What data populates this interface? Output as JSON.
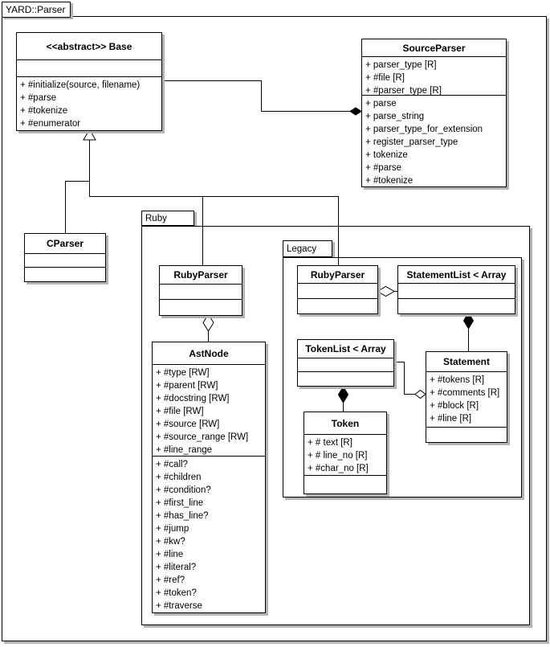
{
  "frame": {
    "title": "YARD::Parser"
  },
  "packages": {
    "ruby": {
      "label": "Ruby"
    },
    "legacy": {
      "label": "Legacy"
    }
  },
  "colors": {
    "line": "#000000",
    "shadow": "#b3b3b3",
    "background": "#ffffff"
  },
  "classes": {
    "base": {
      "title": "<<abstract>> Base",
      "attributes": [],
      "methods": [
        "+ #initialize(source, filename)",
        "+ #parse",
        "+ #tokenize",
        "+ #enumerator"
      ]
    },
    "source_parser": {
      "title": "SourceParser",
      "attributes": [
        "+ parser_type [R]",
        "+ #file [R]",
        "+ #parser_type [R]"
      ],
      "methods": [
        "+ parse",
        "+ parse_string",
        "+ parser_type_for_extension",
        "+ register_parser_type",
        "+ tokenize",
        "+ #parse",
        "+ #tokenize"
      ]
    },
    "cparser": {
      "title": "CParser",
      "attributes": [],
      "methods": []
    },
    "ruby_rubyparser": {
      "title": "RubyParser",
      "attributes": [],
      "methods": []
    },
    "astnode": {
      "title": "AstNode",
      "attributes": [
        "+ #type [RW]",
        "+ #parent [RW]",
        "+ #docstring [RW]",
        "+ #file [RW]",
        "+ #source [RW]",
        "+ #source_range [RW]",
        "+ #line_range"
      ],
      "methods": [
        "+ #call?",
        "+ #children",
        "+ #condition?",
        "+ #first_line",
        "+ #has_line?",
        "+ #jump",
        "+ #kw?",
        "+ #line",
        "+ #literal?",
        "+ #ref?",
        "+ #token?",
        "+ #traverse"
      ]
    },
    "legacy_rubyparser": {
      "title": "RubyParser",
      "attributes": [],
      "methods": []
    },
    "statementlist": {
      "title": "StatementList < Array",
      "attributes": [],
      "methods": []
    },
    "tokenlist": {
      "title": "TokenList < Array",
      "attributes": [],
      "methods": []
    },
    "statement": {
      "title": "Statement",
      "attributes": [
        "+ #tokens [R]",
        "+ #comments [R]",
        "+ #block [R]",
        "+ #line [R]"
      ],
      "methods": []
    },
    "token": {
      "title": "Token",
      "attributes": [
        "+ # text [R]",
        "+ # line_no [R]",
        "+ #char_no [R]"
      ],
      "methods": []
    }
  }
}
